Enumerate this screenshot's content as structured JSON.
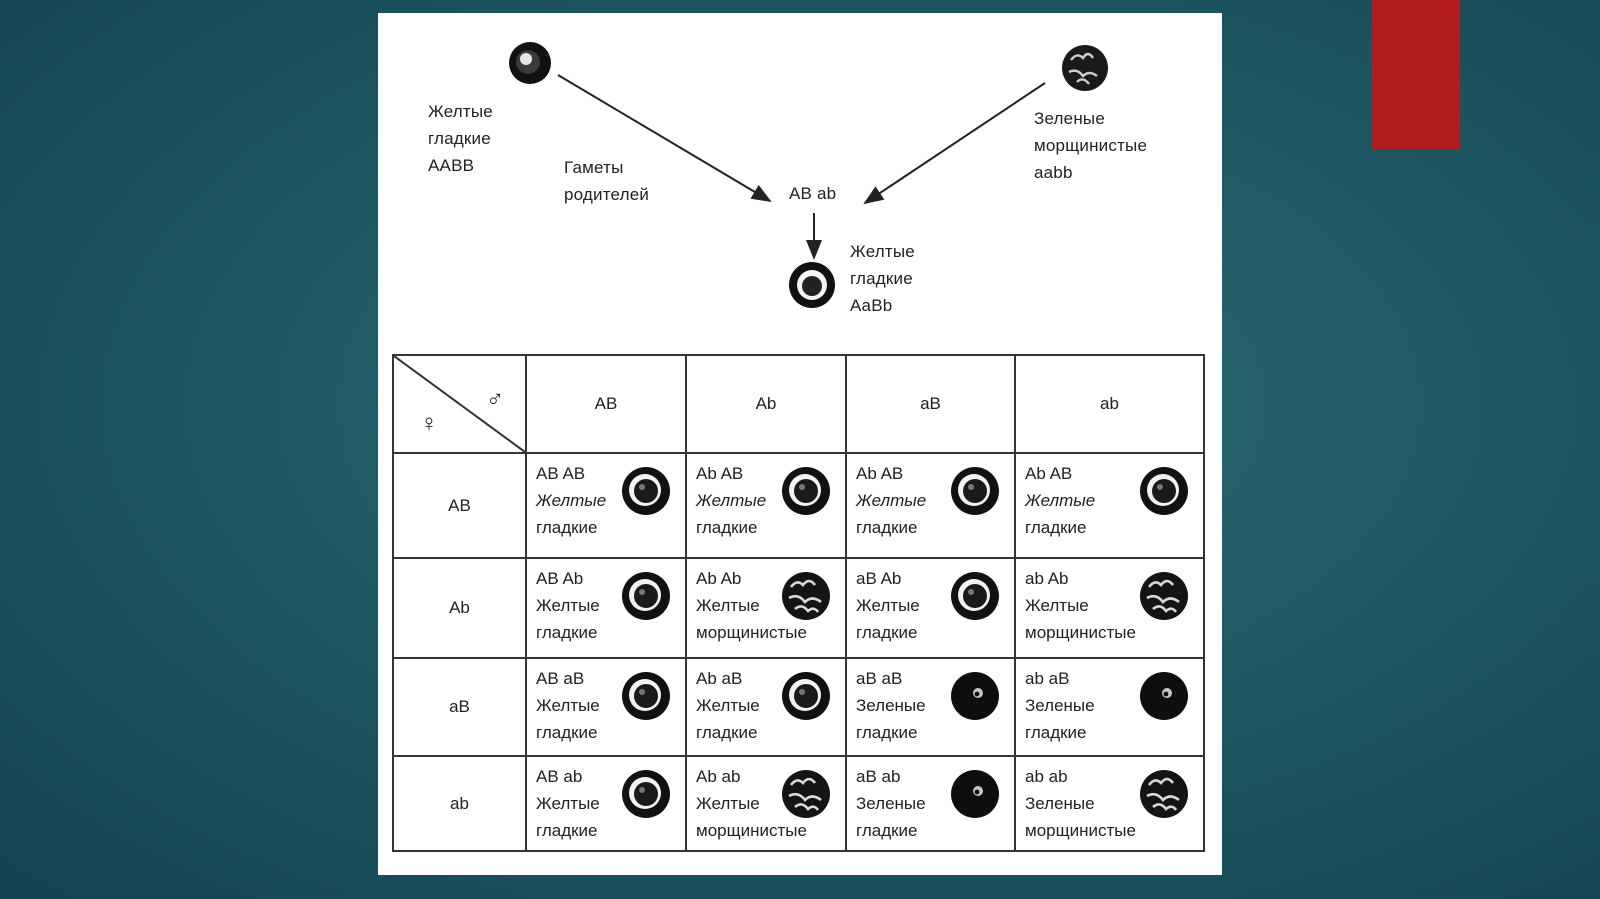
{
  "colors": {
    "background": "#1f5a65",
    "accent": "#b11c1c",
    "card": "#ffffff",
    "ink": "#222222"
  },
  "parent_left": {
    "label": "Желтые\nгладкие\nAABB",
    "pea": "smooth"
  },
  "parent_right": {
    "label": "Зеленые\nморщинистые\naabb",
    "pea": "wrinkled"
  },
  "gametes_label": "Гаметы\nродителей",
  "gametes": "AB ab",
  "f1": {
    "label": "Желтые\nгладкие\nAaBb",
    "pea": "smooth"
  },
  "table": {
    "female_symbol": "♀",
    "male_symbol": "♂",
    "col_headers": [
      "AB",
      "Ab",
      "aB",
      "ab"
    ],
    "rows": [
      {
        "header": "AB",
        "cells": [
          {
            "genotype": "AB AB",
            "color": "Желтые",
            "shape": "гладкие",
            "pea": "smooth"
          },
          {
            "genotype": "Ab AB",
            "color": "Желтые",
            "shape": "гладкие",
            "pea": "smooth"
          },
          {
            "genotype": "Ab AB",
            "color": "Желтые",
            "shape": "гладкие",
            "pea": "smooth"
          },
          {
            "genotype": "Ab AB",
            "color": "Желтые",
            "shape": "гладкие",
            "pea": "smooth"
          }
        ]
      },
      {
        "header": "Ab",
        "cells": [
          {
            "genotype": "AB Ab",
            "color": "Желтые",
            "shape": "гладкие",
            "pea": "smooth"
          },
          {
            "genotype": "Ab Ab",
            "color": "Желтые",
            "shape": "морщинистые",
            "pea": "wrinkled"
          },
          {
            "genotype": "aB Ab",
            "color": "Желтые",
            "shape": "гладкие",
            "pea": "smooth"
          },
          {
            "genotype": "ab Ab",
            "color": "Желтые",
            "shape": "морщинистые",
            "pea": "wrinkled"
          }
        ]
      },
      {
        "header": "aB",
        "cells": [
          {
            "genotype": "AB aB",
            "color": "Желтые",
            "shape": "гладкие",
            "pea": "smooth"
          },
          {
            "genotype": "Ab aB",
            "color": "Желтые",
            "shape": "гладкие",
            "pea": "smooth"
          },
          {
            "genotype": "aB aB",
            "color": "Зеленые",
            "shape": "гладкие",
            "pea": "dark"
          },
          {
            "genotype": "ab aB",
            "color": "Зеленые",
            "shape": "гладкие",
            "pea": "dark"
          }
        ]
      },
      {
        "header": "ab",
        "cells": [
          {
            "genotype": "AB ab",
            "color": "Желтые",
            "shape": "гладкие",
            "pea": "smooth"
          },
          {
            "genotype": "Ab ab",
            "color": "Желтые",
            "shape": "морщинистые",
            "pea": "wrinkled"
          },
          {
            "genotype": "aB ab",
            "color": "Зеленые",
            "shape": "гладкие",
            "pea": "dark"
          },
          {
            "genotype": "ab ab",
            "color": "Зеленые",
            "shape": "морщинистые",
            "pea": "wrinkled"
          }
        ]
      }
    ]
  }
}
